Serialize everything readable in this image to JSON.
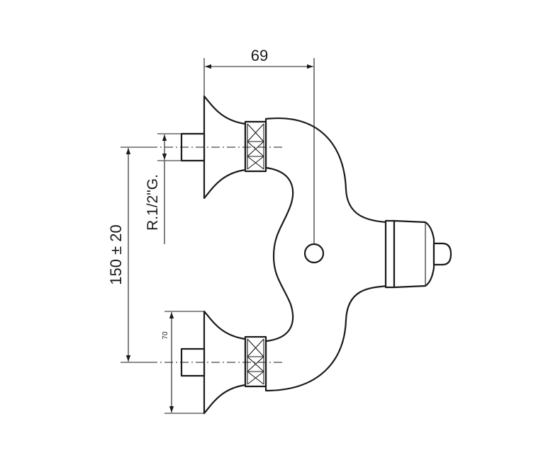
{
  "diagram": {
    "labels": {
      "top_width": "69",
      "center_distance": "150 ± 20",
      "thread": "R.1/2\"G.",
      "small_dim": "70"
    },
    "colors": {
      "line": "#1a1a1a",
      "background": "#ffffff"
    }
  }
}
